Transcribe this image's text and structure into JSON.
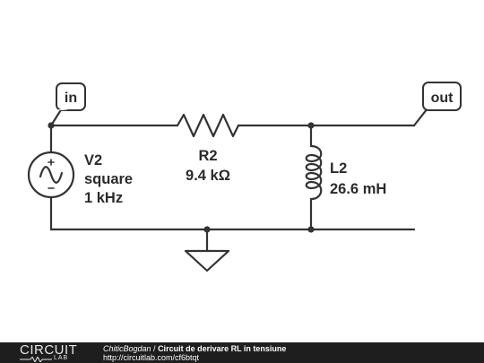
{
  "ports": {
    "in": "in",
    "out": "out"
  },
  "source": {
    "name": "V2",
    "type": "square",
    "freq": "1 kHz"
  },
  "resistor": {
    "name": "R2",
    "value": "9.4 kΩ"
  },
  "inductor": {
    "name": "L2",
    "value": "26.6 mH"
  },
  "footer": {
    "logo_top": "CIRCUIT",
    "logo_bottom": "LAB",
    "author": "ChiticBogdan",
    "separator": " / ",
    "title": "Circuit de derivare RL in tensiune",
    "url": "http://circuitlab.com/cf6btqt"
  }
}
